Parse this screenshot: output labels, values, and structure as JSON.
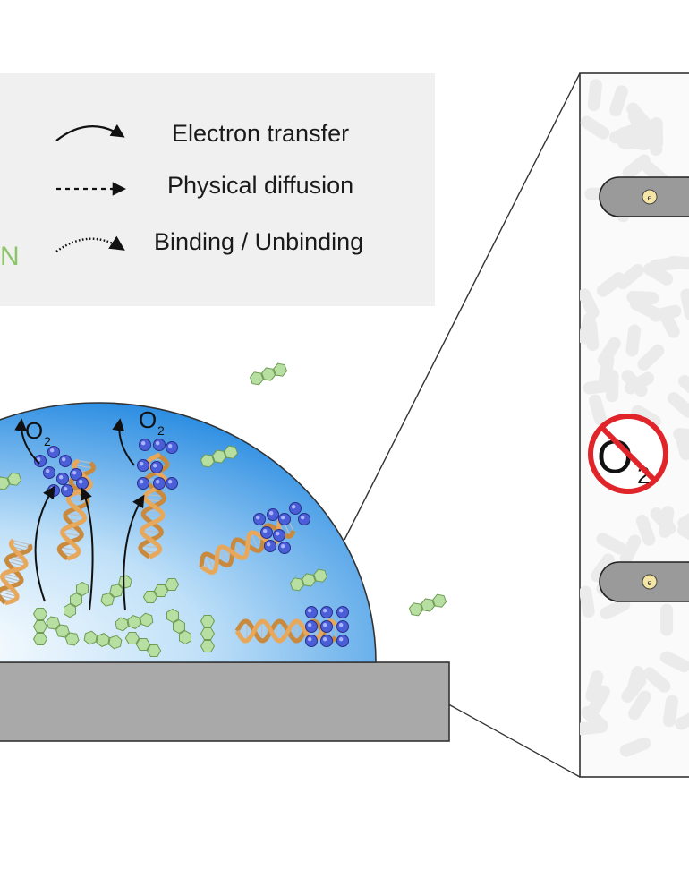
{
  "legend": {
    "items": [
      {
        "label": "Electron transfer",
        "line": "solid"
      },
      {
        "label": "Physical diffusion",
        "line": "dashed"
      },
      {
        "label": "Binding / Unbinding",
        "line": "dotted"
      }
    ],
    "partial_letter": "N"
  },
  "labels": {
    "oxygen_symbol": "O",
    "oxygen_subscript": "2",
    "electron_symbol": "e"
  },
  "colors": {
    "legend_bg": "#f0f0f0",
    "droplet_dark": "#1f86e0",
    "droplet_light": "#ffffff",
    "substrate": "#a9a9a9",
    "dna_strand": "#e8a85c",
    "binder": "#4a5ed8",
    "ligand": "#b8dfa2",
    "ligand_stroke": "#6d9b52",
    "no_symbol": "#e0242a",
    "electron_pill": "#9a9a9a"
  }
}
